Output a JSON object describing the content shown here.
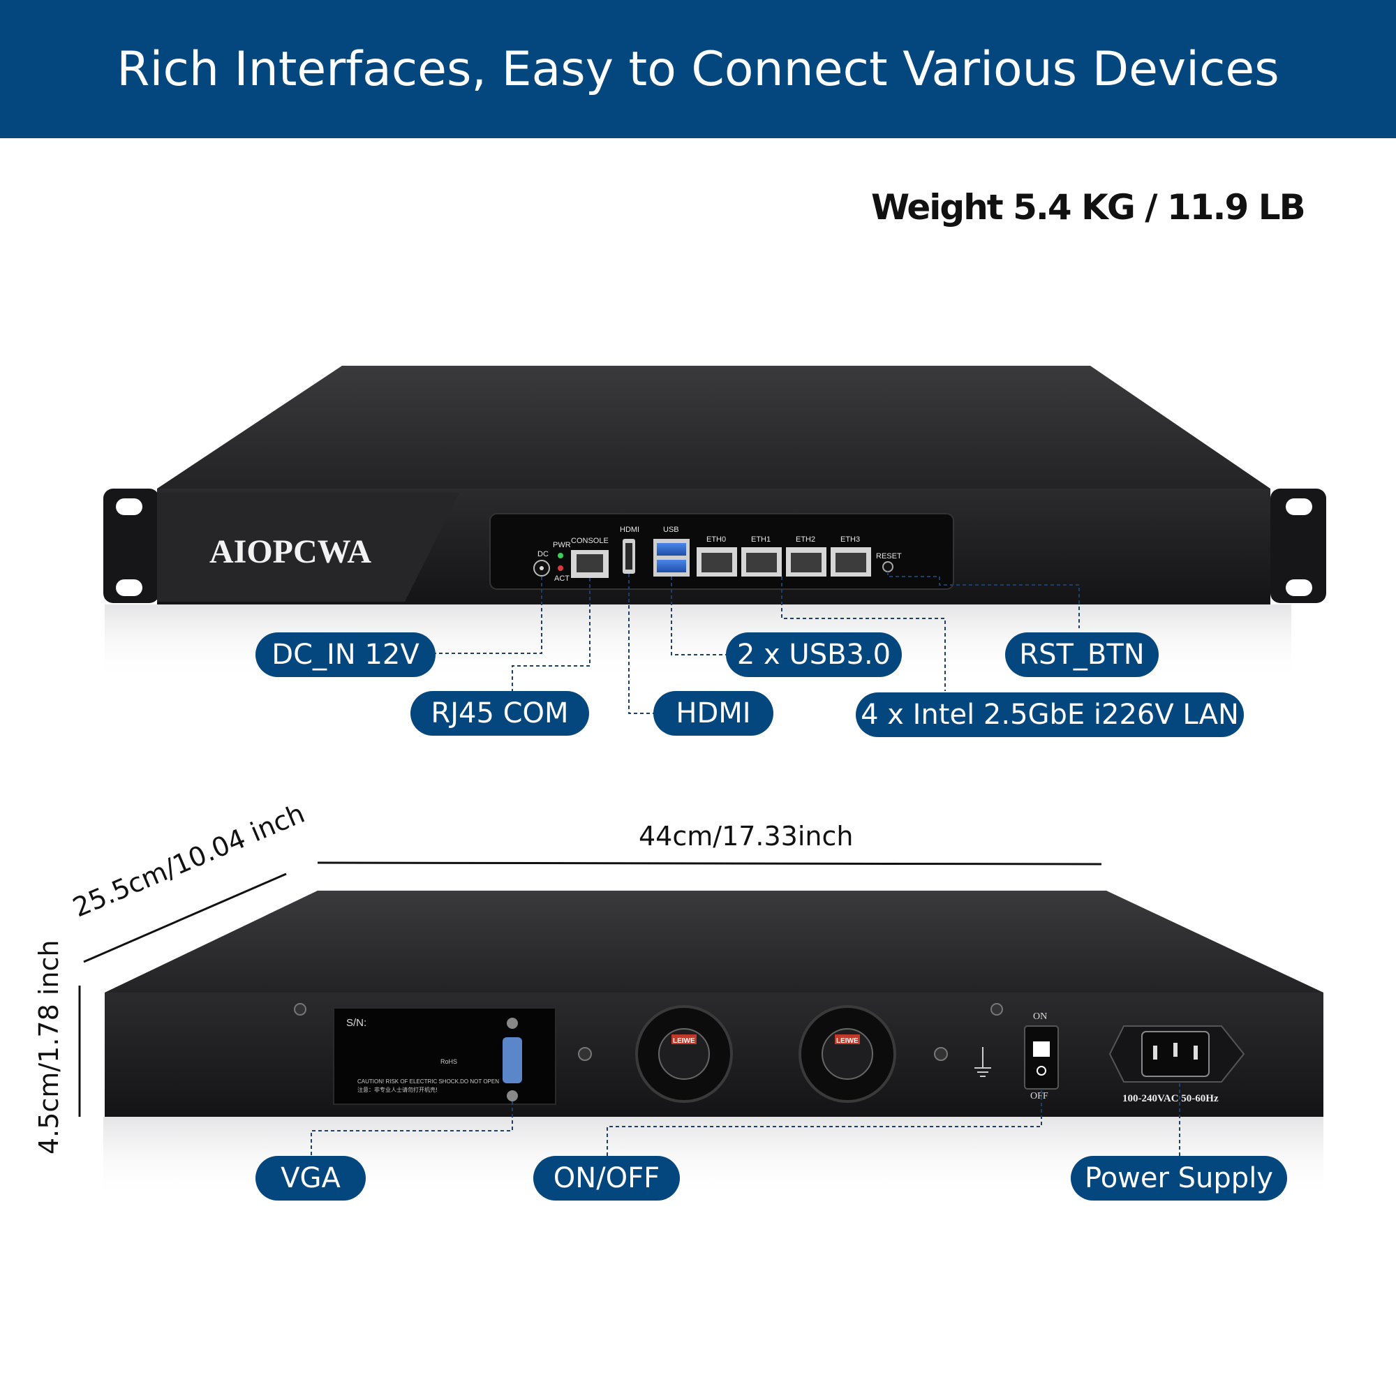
{
  "banner": {
    "title": "Rich Interfaces, Easy to Connect Various Devices"
  },
  "weight_text": "Weight 5.4 KG / 11.9 LB",
  "front_panel": {
    "brand": "AIOPCWA",
    "port_labels": {
      "dc": "DC",
      "pwr": "PWR",
      "act": "ACT",
      "console": "CONSOLE",
      "hdmi": "HDMI",
      "usb": "USB",
      "eth0": "ETH0",
      "eth1": "ETH1",
      "eth2": "ETH2",
      "eth3": "ETH3",
      "reset": "RESET"
    }
  },
  "front_callouts": {
    "dc_in": "DC_IN 12V",
    "rj45_com": "RJ45 COM",
    "hdmi": "HDMI",
    "usb": "2 x USB3.0",
    "lan": "4 x Intel 2.5GbE i226V LAN",
    "rst": "RST_BTN"
  },
  "dimensions": {
    "width": "44cm/17.33inch",
    "depth": "25.5cm/10.04 inch",
    "height": "4.5cm/1.78 inch"
  },
  "rear_panel": {
    "sn_label": "S/N:",
    "caution_text": "CAUTION! RISK OF ELECTRIC SHOCK.DO NOT OPEN",
    "caution_cn": "注意：非专业人士请勿打开机壳!",
    "rohs": "RoHS",
    "fan_brand": "LEIWE",
    "switch_on": "ON",
    "switch_off": "OFF",
    "power_rating": "100-240VAC 50-60Hz"
  },
  "rear_callouts": {
    "vga": "VGA",
    "onoff": "ON/OFF",
    "power": "Power Supply"
  },
  "colors": {
    "brand_blue": "#04477e",
    "chassis": "#1c1c1e",
    "port_blue": "#2f6fd8"
  }
}
